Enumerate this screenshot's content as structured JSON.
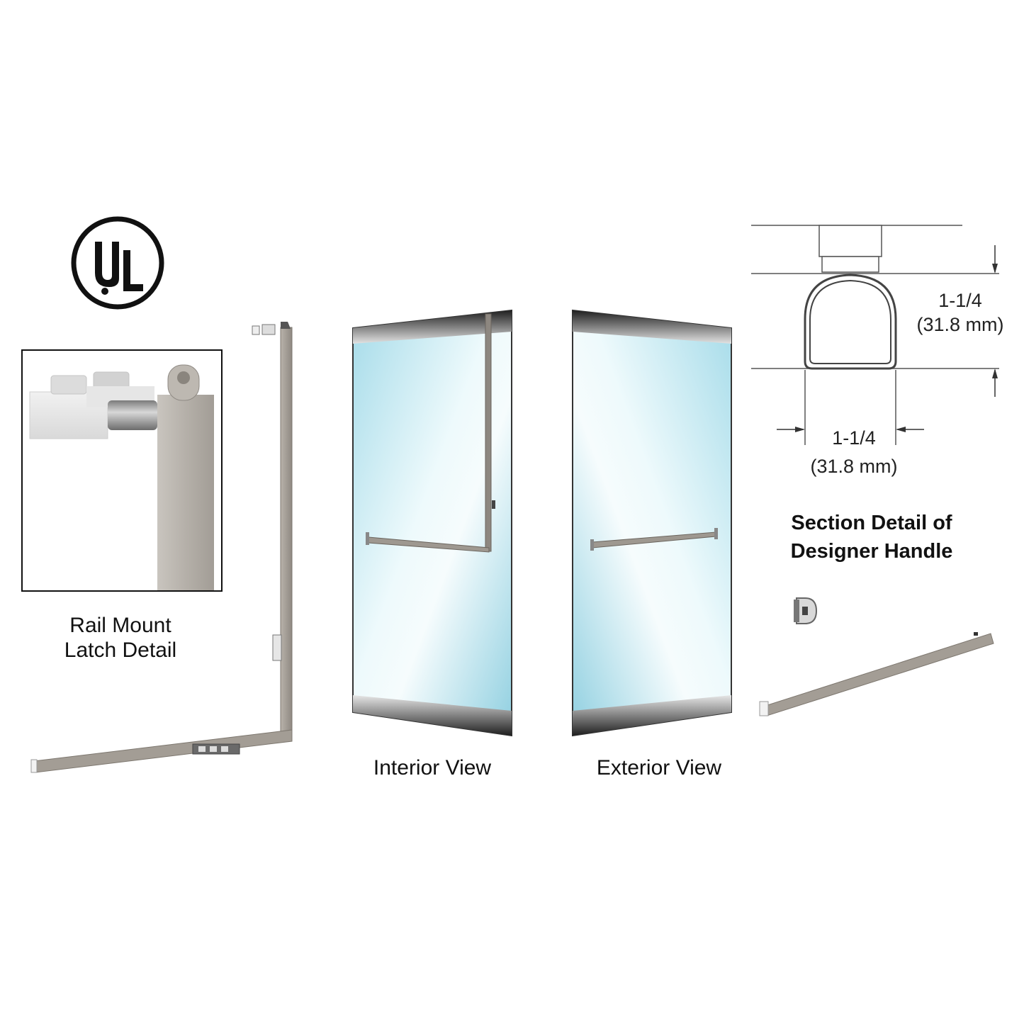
{
  "certification": {
    "logo_text": "UL",
    "icon": "ul-listed-icon"
  },
  "rail_mount": {
    "caption_line1": "Rail Mount",
    "caption_line2": "Latch Detail"
  },
  "interior": {
    "caption": "Interior View"
  },
  "exterior": {
    "caption": "Exterior View"
  },
  "section_detail": {
    "height_fraction": "1-1/4",
    "height_metric": "(31.8 mm)",
    "width_fraction": "1-1/4",
    "width_metric": "(31.8 mm)",
    "title_line1": "Section Detail of",
    "title_line2": "Designer Handle"
  },
  "colors": {
    "glass_light": "#eaf8fb",
    "glass_mid": "#bfe6f0",
    "glass_dark": "#8fcfe0",
    "frame_dark": "#2b2b2b",
    "hardware": "#9e9890"
  }
}
